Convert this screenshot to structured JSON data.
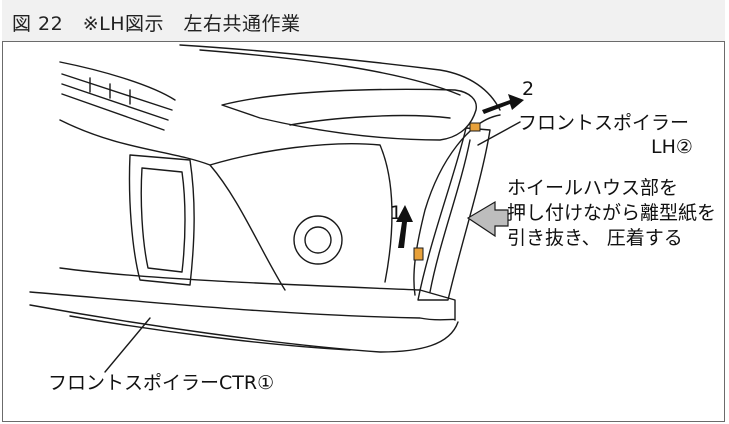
{
  "figure": {
    "title": "図 22　※LH図示　左右共通作業"
  },
  "labels": {
    "front_spoiler_lh": "フロントスポイラー",
    "front_spoiler_lh_num": "LH②",
    "instruction": "ホイールハウス部を\n押し付けながら離型紙を\n引き抜き、 圧着する",
    "front_spoiler_ctr": "フロントスポイラーCTR①"
  },
  "steps": {
    "step1": "1",
    "step2": "2"
  },
  "colors": {
    "line": "#1a1a1a",
    "tape_orange": "#e8a13a",
    "arrow_gray": "#bdbdbd",
    "header_bg": "#f1f1f1"
  }
}
